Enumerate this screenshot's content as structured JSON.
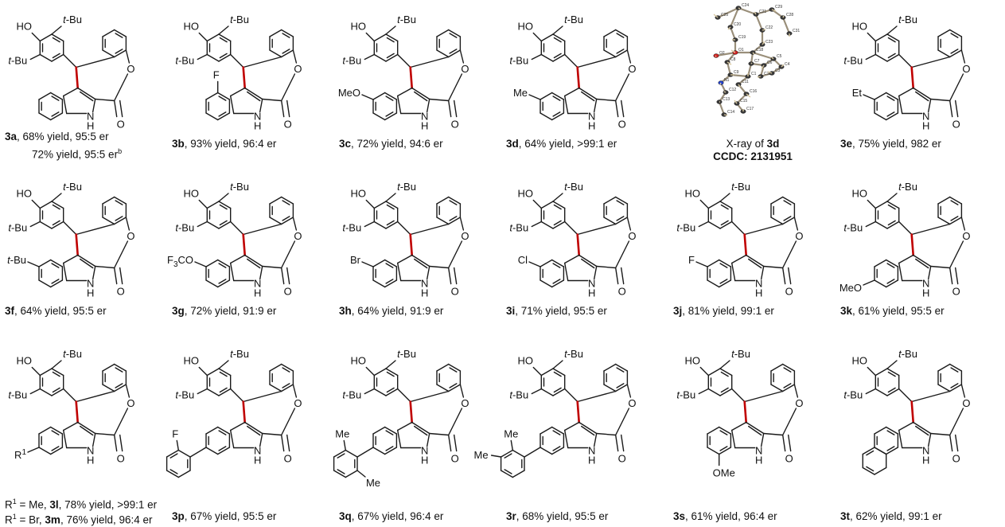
{
  "compounds": [
    {
      "id": "3a",
      "r_ind": "",
      "pos": "",
      "extra": "",
      "ox": 0,
      "oy": 0,
      "cap": ", 68% yield, 95:5 er",
      "cap2": "72% yield, 95:5 er",
      "cap2sup": "b"
    },
    {
      "id": "3b",
      "r_ind": "F",
      "pos": "4",
      "extra": "",
      "ox": 210,
      "oy": 0,
      "cap": ", 93% yield, 96:4 er"
    },
    {
      "id": "3c",
      "r_ind": "MeO",
      "pos": "5",
      "extra": "",
      "ox": 420,
      "oy": 0,
      "cap": ", 72% yield, 94:6 er"
    },
    {
      "id": "3d",
      "r_ind": "Me",
      "pos": "5",
      "extra": "",
      "ox": 630,
      "oy": 0,
      "cap": ", 64% yield, >99:1 er"
    },
    {
      "id": "3e",
      "r_ind": "Et",
      "pos": "5",
      "extra": "",
      "ox": 1050,
      "oy": 0,
      "cap": ", 75% yield, 982 er"
    },
    {
      "id": "3f",
      "r_ind": "t-Bu",
      "pos": "5",
      "extra": "",
      "ox": 0,
      "oy": 210,
      "cap": ", 64% yield, 95:5 er"
    },
    {
      "id": "3g",
      "r_ind": "F3CO",
      "pos": "5",
      "extra": "",
      "ox": 210,
      "oy": 210,
      "cap": ", 72% yield, 91:9 er"
    },
    {
      "id": "3h",
      "r_ind": "Br",
      "pos": "5",
      "extra": "",
      "ox": 420,
      "oy": 210,
      "cap": ", 64% yield, 91:9 er"
    },
    {
      "id": "3i",
      "r_ind": "Cl",
      "pos": "5",
      "extra": "",
      "ox": 630,
      "oy": 210,
      "cap": ", 71% yield, 95:5 er"
    },
    {
      "id": "3j",
      "r_ind": "F",
      "pos": "5",
      "extra": "",
      "ox": 840,
      "oy": 210,
      "cap": ", 81% yield, 99:1 er"
    },
    {
      "id": "3k",
      "r_ind": "MeO",
      "pos": "6",
      "extra": "",
      "ox": 1050,
      "oy": 210,
      "cap": ", 61% yield, 95:5 er"
    },
    {
      "id": "3l",
      "r_ind": "R1",
      "pos": "6",
      "extra": "",
      "ox": 0,
      "oy": 420,
      "cap": ""
    },
    {
      "id": "3p",
      "r_ind": "",
      "pos": "6aryl",
      "extra": "2-F",
      "ox": 210,
      "oy": 420,
      "cap": ", 67% yield, 95:5 er"
    },
    {
      "id": "3q",
      "r_ind": "",
      "pos": "6aryl",
      "extra": "2,6-Me",
      "ox": 420,
      "oy": 420,
      "cap": ", 67% yield, 96:4 er"
    },
    {
      "id": "3r",
      "r_ind": "",
      "pos": "6aryl",
      "extra": "2,3-Me",
      "ox": 630,
      "oy": 420,
      "cap": ", 68% yield, 95:5 er"
    },
    {
      "id": "3s",
      "r_ind": "OMe",
      "pos": "7",
      "extra": "",
      "ox": 840,
      "oy": 420,
      "cap": ", 61% yield, 96:4 er"
    },
    {
      "id": "3t",
      "r_ind": "",
      "pos": "benzo",
      "extra": "",
      "ox": 1050,
      "oy": 420,
      "cap": ", 62% yield, 99:1 er"
    }
  ],
  "labels": {
    "ho": "HO",
    "tbu": "t-Bu",
    "nh_n": "N",
    "nh_h": "H",
    "o": "O",
    "f": "F",
    "me": "Me",
    "r1": "R",
    "r1sup": "1"
  },
  "captions_3lm": [
    {
      "pre": "R",
      "sup": "1",
      "mid": " = Me, ",
      "id": "3l",
      "post": ", 78% yield, >99:1 er"
    },
    {
      "pre": "R",
      "sup": "1",
      "mid": " = Br, ",
      "id": "3m",
      "post": ", 76% yield, 96:4 er"
    }
  ],
  "xray": {
    "line1_pre": "X-ray of ",
    "line1_id": "3d",
    "line2": "CCDC: 2131951",
    "atom_labels": [
      "C25",
      "C24",
      "C21",
      "C29",
      "C28",
      "C20",
      "C22",
      "C31",
      "C19",
      "C23",
      "O2",
      "O1",
      "C18",
      "C5",
      "C8",
      "C7",
      "C6",
      "C9",
      "C1",
      "C10",
      "C4",
      "N1",
      "C3",
      "C11",
      "C12",
      "C16",
      "C13",
      "C15",
      "C14",
      "C17"
    ]
  },
  "colors": {
    "highlight": "#c00000",
    "ink": "#1a1a1a"
  }
}
